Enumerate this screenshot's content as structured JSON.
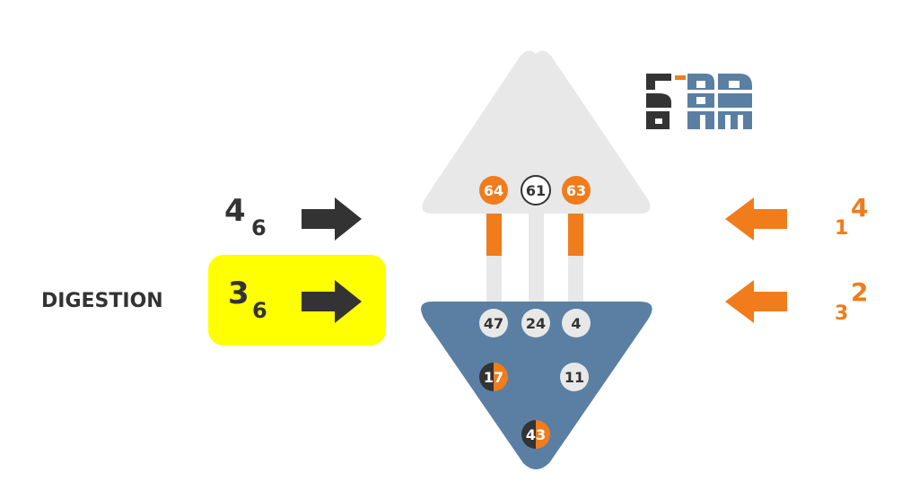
{
  "colors": {
    "orange": "#F07C1B",
    "dark": "#333333",
    "blue_gray": "#5A7FA3",
    "light_gray": "#E8E8E8",
    "highlight": "#FFFF00"
  },
  "left_rows": [
    {
      "main": "4",
      "sub": "6",
      "highlighted": false,
      "label": ""
    },
    {
      "main": "3",
      "sub": "6",
      "highlighted": true,
      "label": "DIGESTION"
    }
  ],
  "right_rows": [
    {
      "sub": "1",
      "sup": "4"
    },
    {
      "sub": "3",
      "sup": "2"
    }
  ],
  "top_gates": [
    {
      "value": "64",
      "style": "orange"
    },
    {
      "value": "61",
      "style": "outline"
    },
    {
      "value": "63",
      "style": "orange"
    }
  ],
  "bottom_gates": [
    {
      "value": "47",
      "style": "gray"
    },
    {
      "value": "24",
      "style": "gray"
    },
    {
      "value": "4",
      "style": "gray"
    },
    {
      "value": "17",
      "style": "split"
    },
    {
      "value": "11",
      "style": "gray"
    },
    {
      "value": "43",
      "style": "split"
    }
  ],
  "channels": [
    {
      "from": "64",
      "to": "47",
      "style": "orange"
    },
    {
      "from": "61",
      "to": "24",
      "style": "gray"
    },
    {
      "from": "63",
      "to": "4",
      "style": "orange"
    }
  ],
  "logo": {
    "icon": "human-design-logo-icon"
  }
}
